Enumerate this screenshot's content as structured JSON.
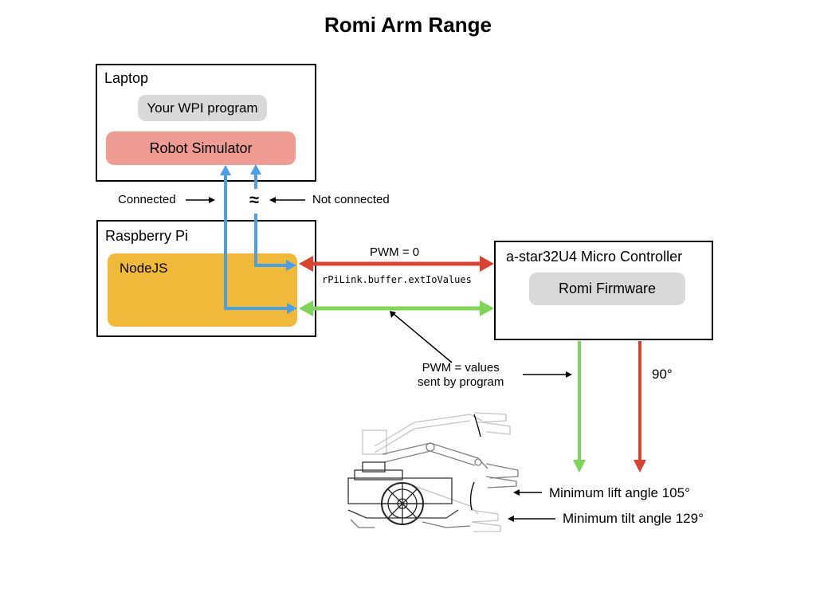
{
  "title": "Romi Arm Range",
  "laptop": {
    "label": "Laptop",
    "program": "Your WPI program",
    "simulator": "Robot Simulator"
  },
  "raspberry_pi": {
    "label": "Raspberry Pi",
    "nodejs": "NodeJS"
  },
  "controller": {
    "label": "a-star32U4 Micro Controller",
    "firmware": "Romi Firmware"
  },
  "connections": {
    "connected": "Connected",
    "not_connected": "Not connected",
    "not_connected_symbol": "≈",
    "pwm_zero": "PWM = 0",
    "buffer": "rPiLink.buffer.extIoValues",
    "pwm_values_line1": "PWM = values",
    "pwm_values_line2": "sent by program"
  },
  "angles": {
    "red_angle": "90°",
    "min_lift": "Minimum lift angle 105°",
    "min_tilt": "Minimum tilt angle 129°"
  },
  "colors": {
    "red": "#d94432",
    "green": "#7fd45a",
    "blue": "#4a9fe8",
    "simulator": "#f19c93",
    "nodejs": "#f0b93a",
    "grey_pill": "#d9d9d9"
  }
}
